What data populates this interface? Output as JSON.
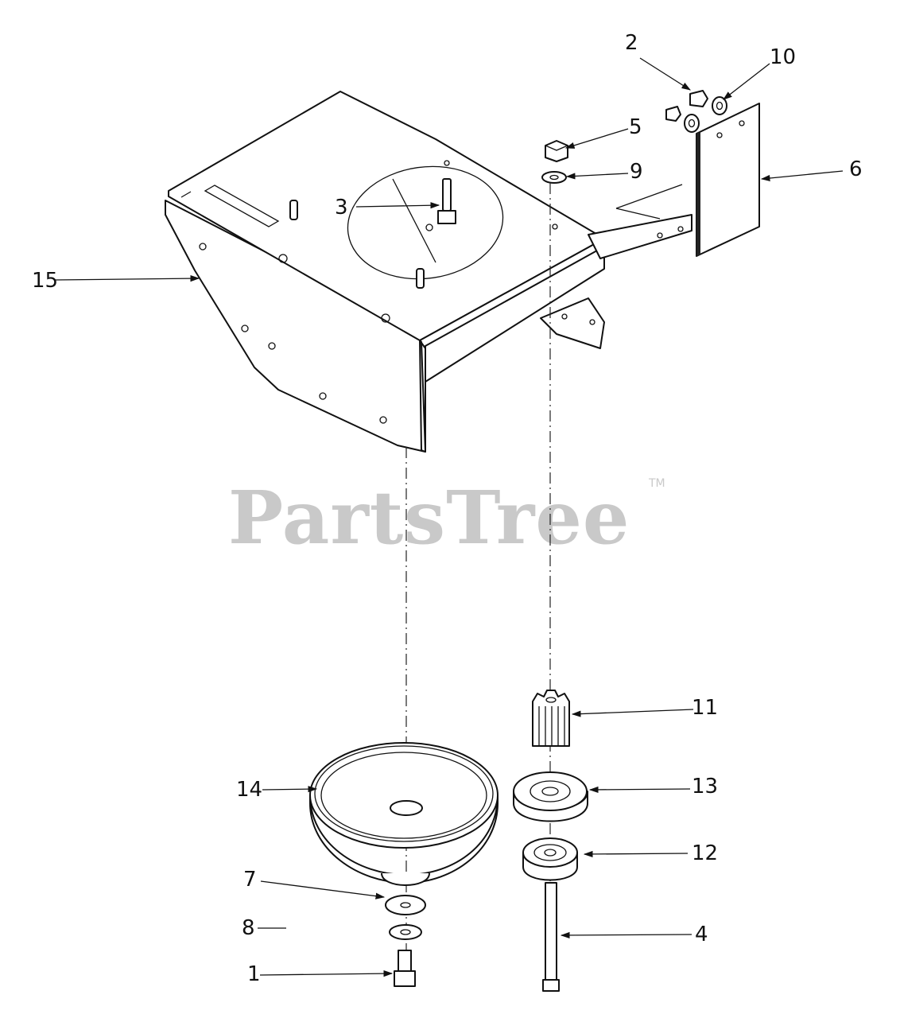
{
  "watermark": {
    "text": "PartsTree",
    "trademark": "TM"
  },
  "callouts": [
    {
      "id": "c1",
      "label": "1"
    },
    {
      "id": "c2",
      "label": "2"
    },
    {
      "id": "c3",
      "label": "3"
    },
    {
      "id": "c4",
      "label": "4"
    },
    {
      "id": "c5",
      "label": "5"
    },
    {
      "id": "c6",
      "label": "6"
    },
    {
      "id": "c7",
      "label": "7"
    },
    {
      "id": "c8",
      "label": "8"
    },
    {
      "id": "c9",
      "label": "9"
    },
    {
      "id": "c10",
      "label": "10"
    },
    {
      "id": "c11",
      "label": "11"
    },
    {
      "id": "c12",
      "label": "12"
    },
    {
      "id": "c13",
      "label": "13"
    },
    {
      "id": "c14",
      "label": "14"
    },
    {
      "id": "c15",
      "label": "15"
    }
  ],
  "colors": {
    "line": "#111111",
    "watermark": "#c9c9c9",
    "background": "#ffffff"
  }
}
